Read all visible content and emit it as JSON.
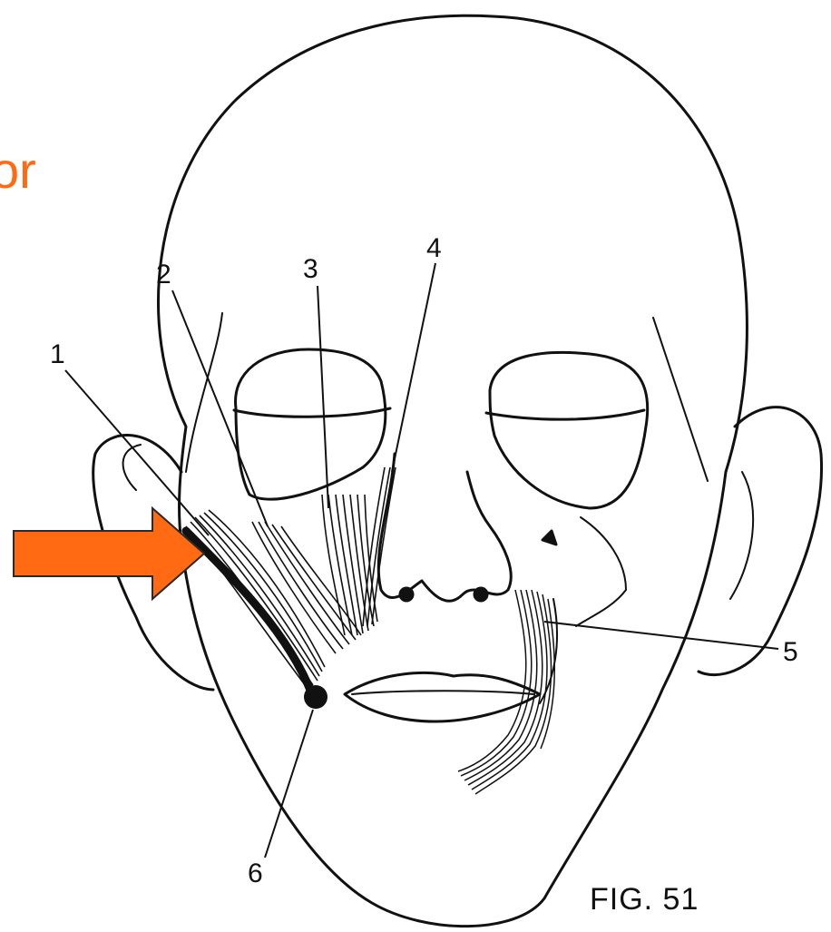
{
  "title_fragment": "or",
  "figure_label": "FIG. 51",
  "callouts": [
    {
      "id": "1",
      "label": "1"
    },
    {
      "id": "2",
      "label": "2"
    },
    {
      "id": "3",
      "label": "3"
    },
    {
      "id": "4",
      "label": "4"
    },
    {
      "id": "5",
      "label": "5"
    },
    {
      "id": "6",
      "label": "6"
    }
  ],
  "colors": {
    "accent": "#ff6a13",
    "ink": "#111111",
    "background": "#ffffff"
  },
  "icons": {
    "pointer": "right-arrow-icon"
  }
}
